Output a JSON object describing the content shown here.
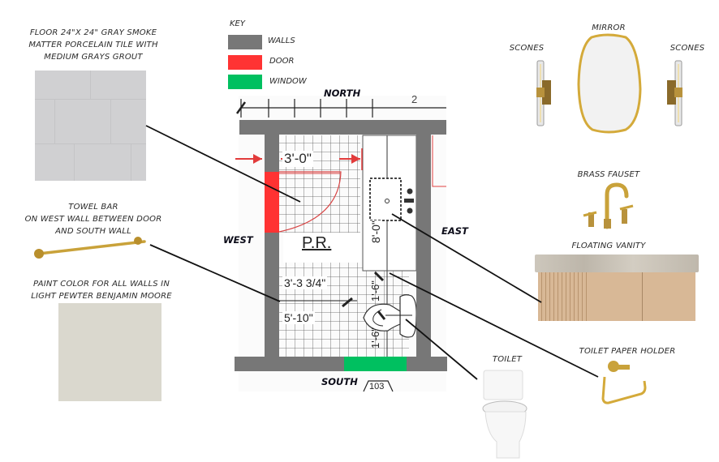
{
  "board": {
    "key": {
      "title": "KEY",
      "items": [
        {
          "label": "WALLS",
          "color": "#777777"
        },
        {
          "label": "DOOR",
          "color": "#ff3333"
        },
        {
          "label": "WINDOW",
          "color": "#00c060"
        }
      ]
    },
    "directions": {
      "north": "NORTH",
      "south": "SOUTH",
      "east": "EAST",
      "west": "WEST"
    },
    "floor_plan": {
      "room_label": "P.R.",
      "room_number": "103",
      "dimensions": {
        "door_width": "3'-0\"",
        "vanity_length": "8'-0\"",
        "towel_bar_height": "3'-3 3/4\"",
        "width": "5'-10\"",
        "toilet_clear_top": "1'-6\"",
        "toilet_clear_bottom": "1'-6\"",
        "top_partial": "2"
      }
    },
    "items": {
      "floor": {
        "label": "FLOOR 24\"X 24\" GRAY SMOKE\nMATTER PORCELAIN  TILE WITH\nMEDIUM GRAYS GROUT",
        "color": "#d0d0d2"
      },
      "towel_bar": {
        "label": "TOWEL BAR\nON WEST WALL BETWEEN DOOR\nAND SOUTH WALL"
      },
      "paint": {
        "label": "PAINT COLOR FOR ALL WALLS IN\nLIGHT PEWTER BENJAMIN MOORE",
        "color": "#dad8ce"
      },
      "sconce_left": {
        "label": "SCONES"
      },
      "mirror": {
        "label": "MIRROR"
      },
      "sconce_right": {
        "label": "SCONES"
      },
      "faucet": {
        "label": "BRASS FAUSET"
      },
      "vanity": {
        "label": "FLOATING VANITY"
      },
      "toilet": {
        "label": "TOILET"
      },
      "tp_holder": {
        "label": "TOILET PAPER HOLDER"
      }
    },
    "colors": {
      "brass": "#c9a23a",
      "wood": "#d8b896",
      "stone": "#c9c3b8"
    }
  }
}
